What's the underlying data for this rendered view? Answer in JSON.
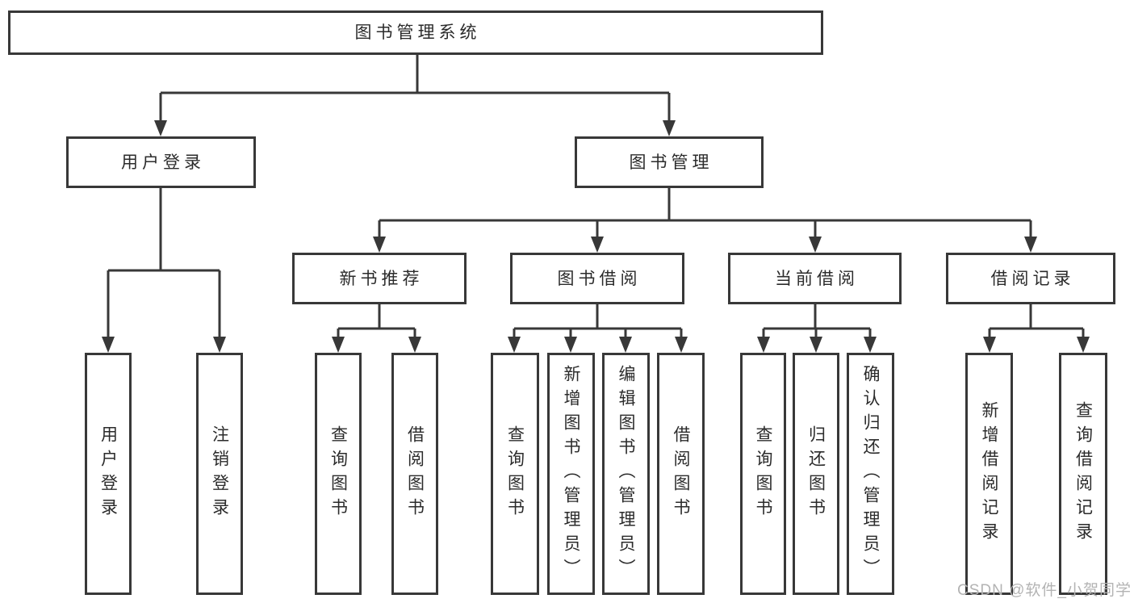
{
  "colors": {
    "background": "#ffffff",
    "line": "#383838",
    "box_border": "#383838",
    "text": "#2b2b2b",
    "watermark": "#b3b3b3"
  },
  "watermark": {
    "text": "CSDN @软件_小贺同学"
  },
  "tree": {
    "label": "图书管理系统",
    "children": [
      {
        "label": "用户登录",
        "children": [
          {
            "label": "用户登录"
          },
          {
            "label": "注销登录"
          }
        ]
      },
      {
        "label": "图书管理",
        "children": [
          {
            "label": "新书推荐",
            "children": [
              {
                "label": "查询图书"
              },
              {
                "label": "借阅图书"
              }
            ]
          },
          {
            "label": "图书借阅",
            "children": [
              {
                "label": "查询图书"
              },
              {
                "label": "新增图书（管理员）"
              },
              {
                "label": "编辑图书（管理员）"
              },
              {
                "label": "借阅图书"
              }
            ]
          },
          {
            "label": "当前借阅",
            "children": [
              {
                "label": "查询图书"
              },
              {
                "label": "归还图书"
              },
              {
                "label": "确认归还（管理员）"
              }
            ]
          },
          {
            "label": "借阅记录",
            "children": [
              {
                "label": "新增借阅记录"
              },
              {
                "label": "查询借阅记录"
              }
            ]
          }
        ]
      }
    ]
  }
}
